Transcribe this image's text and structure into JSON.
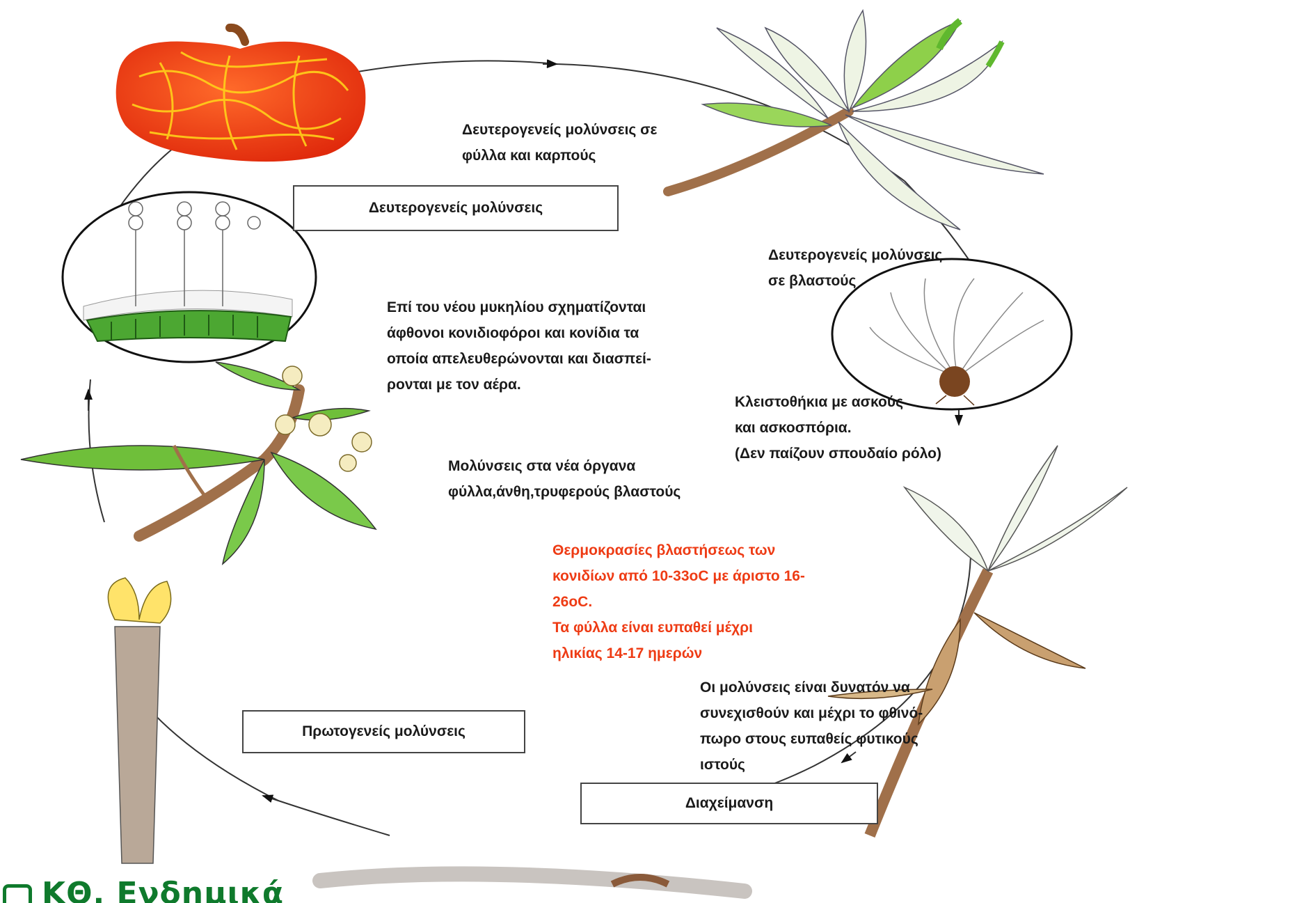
{
  "labels": {
    "fruit_caption": "Δευτερογενείς μολύνσεις σε\nφύλλα και καρπούς",
    "box_secondary": "Δευτερογενείς μολύνσεις",
    "shoot_caption": "Δευτερογενείς μολύνσεις\n σε βλαστούς",
    "conidia_caption": "Επί του νέου μυκηλίου σχηματίζονται\nάφθονοι κονιδιοφόροι και κονίδια τα\nοποία απελευθερώνονται και διασπεί-\nρονται με τον αέρα.",
    "cleistothecia_caption": "Κλειστοθήκια με ασκούς\nκαι ασκοσπόρια.\n(Δεν παίζουν σπουδαίο ρόλο)",
    "new_organs_caption": "Μολύνσεις στα νέα όργανα\nφύλλα,άνθη,τρυφερούς βλαστούς",
    "temperature_note": "Θερμοκρασίες βλαστήσεως των\nκονιδίων από 10-33oC με άριστο 16-\n26oC.\nΤα φύλλα είναι ευπαθεί μέχρι\nηλικίας 14-17 ημερών",
    "autumn_caption": "Οι μολύνσεις είναι δυνατόν να\nσυνεχισθούν και μέχρι το φθινό-\nπωρο στους ευπαθείς φυτικούς\nιστούς",
    "box_primary": "Πρωτογενείς μολύνσεις",
    "box_overwinter": "Διαχείμανση"
  },
  "logo": {
    "text": "ΚΘ. Ενδημικά"
  },
  "colors": {
    "fruit_red": "#f03a12",
    "fruit_yellow": "#ffd11a",
    "leaf_green": "#5fb82e",
    "bark_brown": "#a0704a",
    "note_red": "#ee3b14",
    "logo_green": "#0f7a2c"
  }
}
